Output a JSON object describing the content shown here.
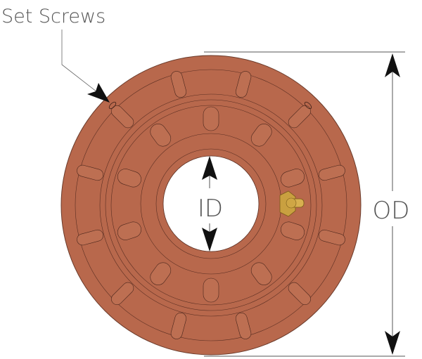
{
  "labels": {
    "set_screws": "Set Screws",
    "inner_diameter": "ID",
    "outer_diameter": "OD"
  },
  "colors": {
    "body": "#b8684c",
    "outline": "#5a2e22",
    "brass": "#c9a040",
    "arrow": "#111111",
    "text": "#555555"
  }
}
